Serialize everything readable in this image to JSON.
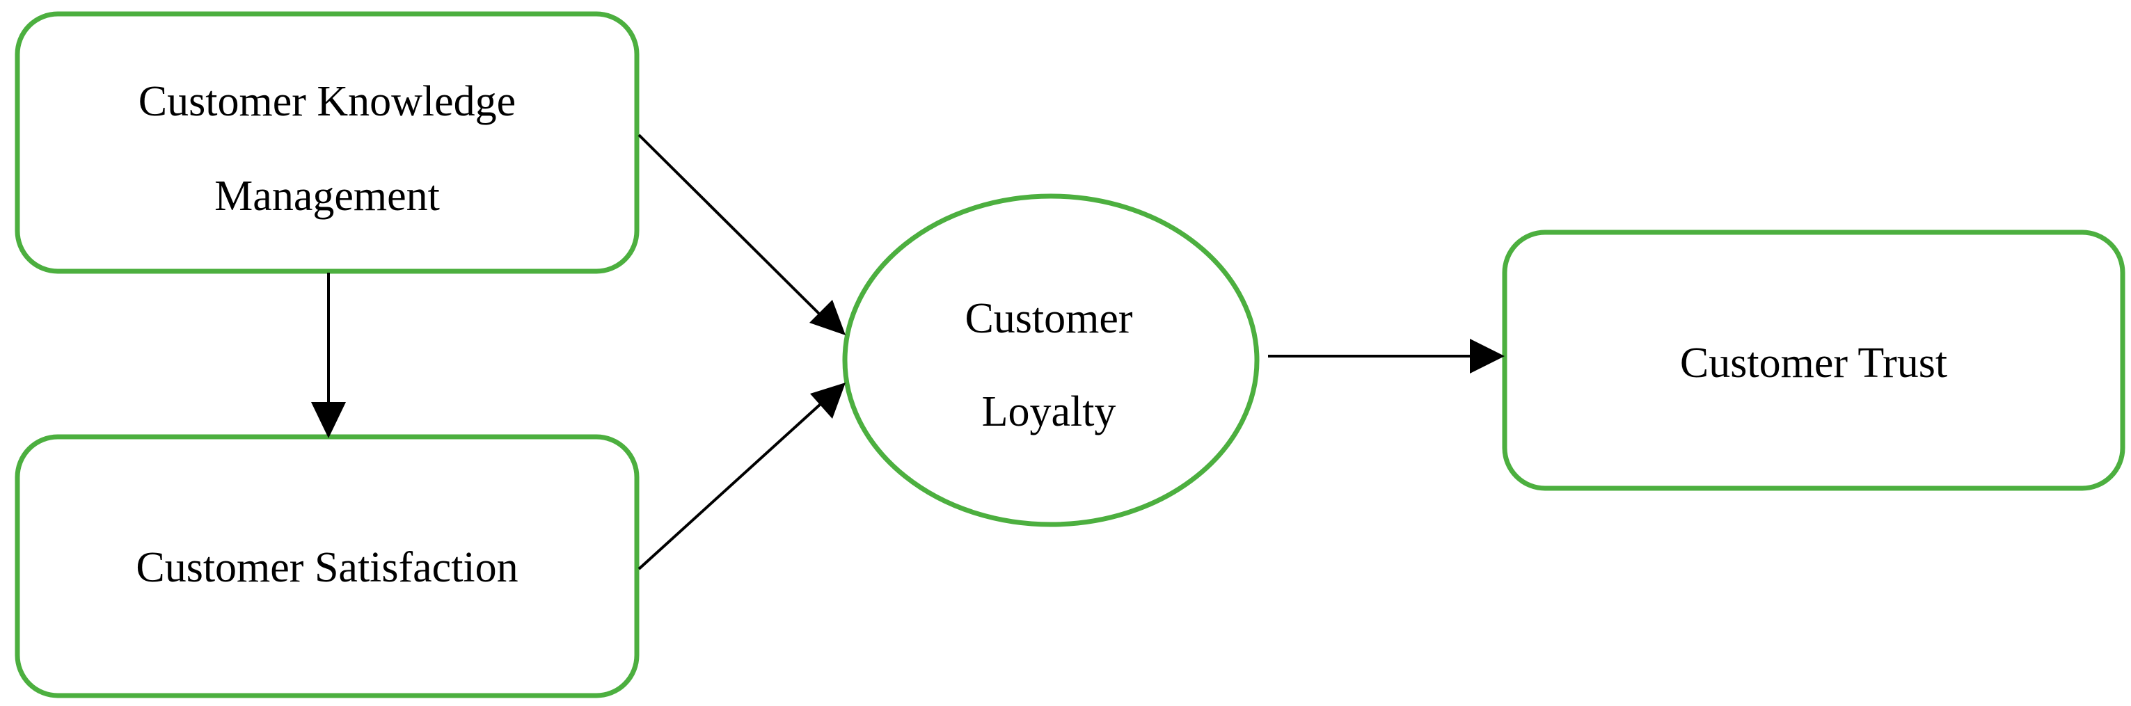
{
  "diagram": {
    "border_color": "#4CAF3F",
    "nodes": {
      "ckm": {
        "line1": "Customer Knowledge",
        "line2": "Management"
      },
      "satisfaction": {
        "label": "Customer Satisfaction"
      },
      "loyalty": {
        "line1": "Customer",
        "line2": "Loyalty"
      },
      "trust": {
        "label": "Customer Trust"
      }
    },
    "edges": [
      {
        "from": "Customer Knowledge Management",
        "to": "Customer Satisfaction"
      },
      {
        "from": "Customer Knowledge Management",
        "to": "Customer Loyalty"
      },
      {
        "from": "Customer Satisfaction",
        "to": "Customer Loyalty"
      },
      {
        "from": "Customer Loyalty",
        "to": "Customer Trust"
      }
    ]
  }
}
